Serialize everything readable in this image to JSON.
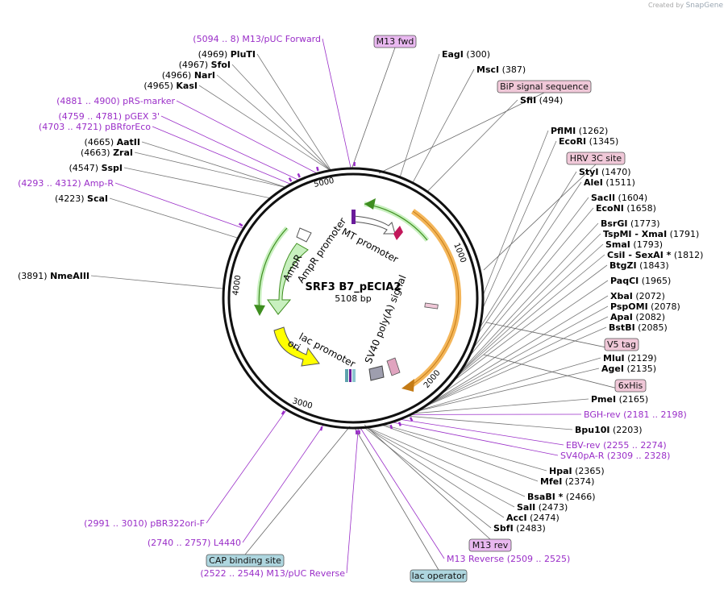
{
  "credit": {
    "prefix": "Created by",
    "brand": "SnapGene"
  },
  "plasmid": {
    "name": "SRF3 B7_pECIA2",
    "length_label": "5108 bp",
    "length": 5108
  },
  "tick_labels": [
    "1000",
    "2000",
    "3000",
    "4000",
    "5000"
  ],
  "features": [
    {
      "label": "MT promoter",
      "kind": "promoter"
    },
    {
      "label": "AmpR promoter",
      "kind": "promoter"
    },
    {
      "label": "AmpR",
      "kind": "cds"
    },
    {
      "label": "ori",
      "kind": "origin"
    },
    {
      "label": "lac promoter",
      "kind": "promoter"
    },
    {
      "label": "SV40 poly(A) signal",
      "kind": "terminator"
    }
  ],
  "colors": {
    "ring": "#111111",
    "cds_green": "#c8f0bf",
    "cds_green_edge": "#3e8e1f",
    "orange": "#f4b65a",
    "ori": "#ffff00",
    "promoter": "#ffffff",
    "enzyme_text": "#000000",
    "primer_text": "#9a2ec8",
    "tag_fill": "#f0c8d8",
    "blue_fill": "#aed6df",
    "m13_fill": "#e9b8f0"
  },
  "left_labels": [
    {
      "type": "primer",
      "text": "(5094 .. 8)  M13/pUC Forward"
    },
    {
      "type": "enzyme",
      "name": "PluTI",
      "pos": "(4969)"
    },
    {
      "type": "enzyme",
      "name": "SfoI",
      "pos": "(4967)"
    },
    {
      "type": "enzyme",
      "name": "NarI",
      "pos": "(4966)"
    },
    {
      "type": "enzyme",
      "name": "KasI",
      "pos": "(4965)"
    },
    {
      "type": "primer",
      "text": "(4881 .. 4900)  pRS-marker"
    },
    {
      "type": "primer",
      "text": "(4759 .. 4781)  pGEX 3'"
    },
    {
      "type": "primer",
      "text": "(4703 .. 4721)  pBRforEco"
    },
    {
      "type": "enzyme",
      "name": "AatII",
      "pos": "(4665)"
    },
    {
      "type": "enzyme",
      "name": "ZraI",
      "pos": "(4663)"
    },
    {
      "type": "enzyme",
      "name": "SspI",
      "pos": "(4547)"
    },
    {
      "type": "primer",
      "text": "(4293 .. 4312)  Amp-R"
    },
    {
      "type": "enzyme",
      "name": "ScaI",
      "pos": "(4223)"
    },
    {
      "type": "enzyme",
      "name": "NmeAIII",
      "pos": "(3891)"
    },
    {
      "type": "primer",
      "text": "(2991 .. 3010)  pBR322ori-F"
    },
    {
      "type": "primer",
      "text": "(2740 .. 2757)  L4440"
    },
    {
      "type": "primer",
      "text": "(2522 .. 2544)  M13/pUC Reverse"
    }
  ],
  "right_labels": [
    {
      "type": "enzyme",
      "name": "EagI",
      "pos": "(300)"
    },
    {
      "type": "enzyme",
      "name": "MscI",
      "pos": "(387)"
    },
    {
      "type": "enzyme",
      "name": "SfiI",
      "pos": "(494)"
    },
    {
      "type": "enzyme",
      "name": "PflMI",
      "pos": "(1262)"
    },
    {
      "type": "enzyme",
      "name": "EcoRI",
      "pos": "(1345)"
    },
    {
      "type": "enzyme",
      "name": "StyI",
      "pos": "(1470)"
    },
    {
      "type": "enzyme",
      "name": "AleI",
      "pos": "(1511)"
    },
    {
      "type": "enzyme",
      "name": "SacII",
      "pos": "(1604)"
    },
    {
      "type": "enzyme",
      "name": "EcoNI",
      "pos": "(1658)"
    },
    {
      "type": "enzyme",
      "name": "BsrGI",
      "pos": "(1773)"
    },
    {
      "type": "enzyme",
      "name": "TspMI  - XmaI",
      "pos": "(1791)"
    },
    {
      "type": "enzyme",
      "name": "SmaI",
      "pos": "(1793)"
    },
    {
      "type": "enzyme",
      "name": "CsiI   - SexAI *",
      "pos": "(1812)"
    },
    {
      "type": "enzyme",
      "name": "BtgZI",
      "pos": "(1843)"
    },
    {
      "type": "enzyme",
      "name": "PaqCI",
      "pos": "(1965)"
    },
    {
      "type": "enzyme",
      "name": "XbaI",
      "pos": "(2072)"
    },
    {
      "type": "enzyme",
      "name": "PspOMI",
      "pos": "(2078)"
    },
    {
      "type": "enzyme",
      "name": "ApaI",
      "pos": "(2082)"
    },
    {
      "type": "enzyme",
      "name": "BstBI",
      "pos": "(2085)"
    },
    {
      "type": "enzyme",
      "name": "MluI",
      "pos": "(2129)"
    },
    {
      "type": "enzyme",
      "name": "AgeI",
      "pos": "(2135)"
    },
    {
      "type": "enzyme",
      "name": "PmeI",
      "pos": "(2165)"
    },
    {
      "type": "primer",
      "text": "BGH-rev    (2181 .. 2198)"
    },
    {
      "type": "enzyme",
      "name": "Bpu10I",
      "pos": "(2203)"
    },
    {
      "type": "primer",
      "text": "EBV-rev    (2255 .. 2274)"
    },
    {
      "type": "primer",
      "text": "SV40pA-R    (2309 .. 2328)"
    },
    {
      "type": "enzyme",
      "name": "HpaI",
      "pos": "(2365)"
    },
    {
      "type": "enzyme",
      "name": "MfeI",
      "pos": "(2374)"
    },
    {
      "type": "enzyme",
      "name": "BsaBI *",
      "pos": "(2466)"
    },
    {
      "type": "enzyme",
      "name": "SalI",
      "pos": "(2473)"
    },
    {
      "type": "enzyme",
      "name": "AccI",
      "pos": "(2474)"
    },
    {
      "type": "enzyme",
      "name": "SbfI",
      "pos": "(2483)"
    },
    {
      "type": "primer",
      "text": "M13 Reverse    (2509 .. 2525)"
    }
  ],
  "boxes": [
    {
      "text": "M13 fwd",
      "style": "m13"
    },
    {
      "text": "BiP signal sequence",
      "style": "tag"
    },
    {
      "text": "HRV 3C site",
      "style": "tag"
    },
    {
      "text": "V5 tag",
      "style": "tag"
    },
    {
      "text": "6xHis",
      "style": "tag"
    },
    {
      "text": "M13 rev",
      "style": "m13"
    },
    {
      "text": "CAP binding site",
      "style": "blue"
    },
    {
      "text": "lac operator",
      "style": "blue"
    }
  ]
}
